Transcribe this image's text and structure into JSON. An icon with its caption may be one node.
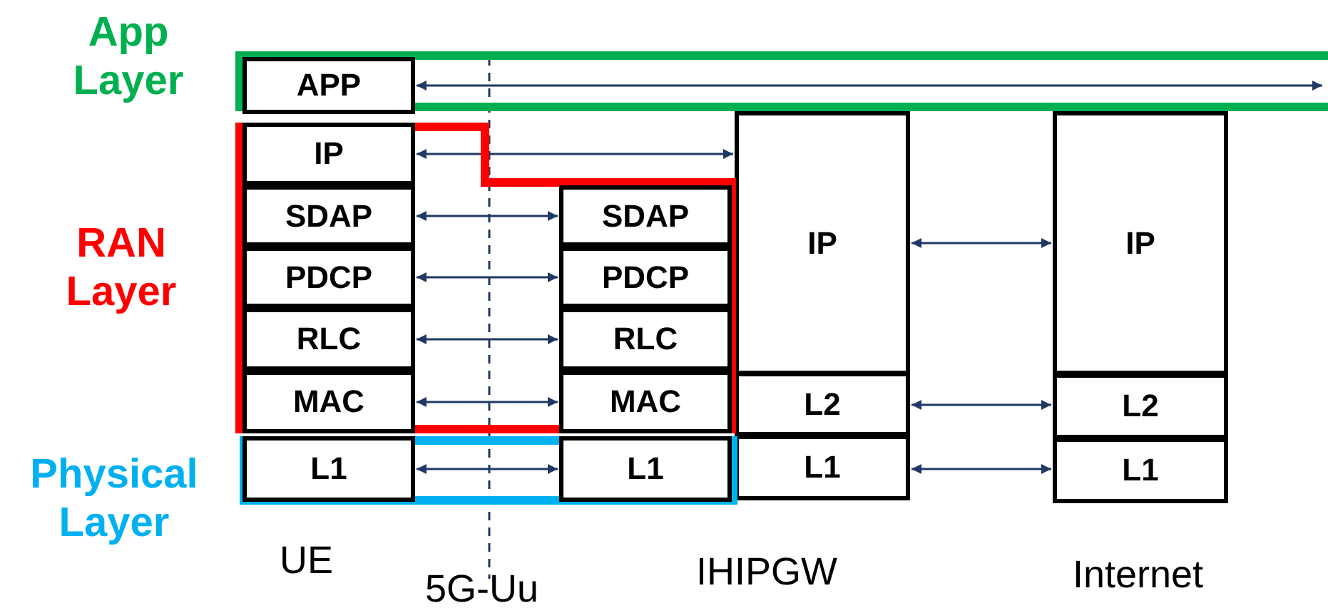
{
  "diagram": {
    "nodes": [
      {
        "text": [
          "App Layer"
        ]
      },
      {
        "text": [
          "APP"
        ],
        "in": 0
      },
      {
        "text": [
          "RAN Layer"
        ]
      },
      {
        "text": [
          "IP"
        ],
        "in": 2
      },
      {
        "text": [
          "SDAP"
        ],
        "in": 2
      },
      {
        "text": [
          "SDAP"
        ],
        "in": 2
      },
      {
        "text": [
          "IP"
        ]
      },
      {
        "text": [
          "IP"
        ]
      },
      {
        "text": [
          "PDCP"
        ],
        "in": 2
      },
      {
        "text": [
          "PDCP"
        ],
        "in": 2
      },
      {
        "text": [
          "RLC"
        ],
        "in": 2
      },
      {
        "text": [
          "RLC"
        ],
        "in": 2
      },
      {
        "text": [
          "MAC"
        ],
        "in": 2
      },
      {
        "text": [
          "MAC"
        ],
        "in": 2
      },
      {
        "text": [
          "L2"
        ]
      },
      {
        "text": [
          "L2"
        ]
      },
      {
        "text": [
          "Physical Layer"
        ]
      },
      {
        "text": [
          "L1"
        ],
        "in": 16
      },
      {
        "text": [
          "L1"
        ],
        "in": 16
      },
      {
        "text": [
          "L1"
        ]
      },
      {
        "text": [
          "L1"
        ]
      }
    ],
    "edges": [
      {
        "from": 1,
        "to": null,
        "arrow": "both"
      },
      {
        "from": 3,
        "to": 6,
        "arrow": "both"
      },
      {
        "from": 4,
        "to": 5,
        "arrow": "both"
      },
      {
        "from": 8,
        "to": 9,
        "arrow": "both"
      },
      {
        "from": 10,
        "to": 11,
        "arrow": "both"
      },
      {
        "from": 12,
        "to": 13,
        "arrow": "both"
      },
      {
        "from": 17,
        "to": 18,
        "arrow": "both"
      },
      {
        "from": 6,
        "to": 7,
        "arrow": "both"
      },
      {
        "from": 14,
        "to": 15,
        "arrow": "both"
      },
      {
        "from": 19,
        "to": 20,
        "arrow": "both"
      }
    ],
    "labels": [
      "UE",
      "5G-Uu",
      "IHIPGW",
      "Internet"
    ]
  }
}
